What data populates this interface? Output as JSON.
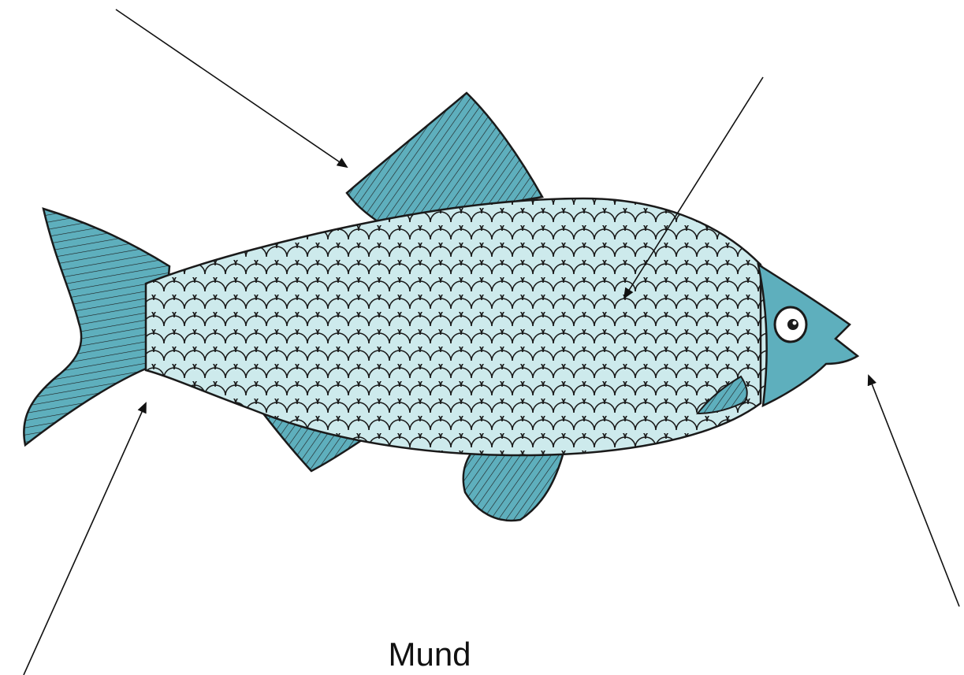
{
  "labels": {
    "mouth": "Mund"
  },
  "colors": {
    "fin": "#5eafbd",
    "body": "#cdeaec",
    "outline": "#1a1a1a",
    "scale_line": "#1a1a1a",
    "background": "#ffffff"
  },
  "arrows": [
    {
      "target": "dorsal-fin"
    },
    {
      "target": "body-scales"
    },
    {
      "target": "tail-base"
    },
    {
      "target": "mouth"
    }
  ]
}
